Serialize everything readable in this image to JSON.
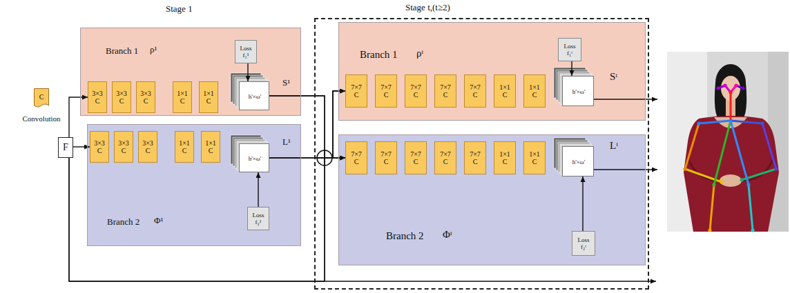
{
  "diagram": {
    "nodes": [
      {
        "text": [
          "C",
          "Convolution"
        ]
      },
      {
        "text": [
          "F"
        ]
      },
      {
        "text": [
          "Branch 1",
          "ρ¹"
        ]
      },
      {
        "text": [
          "3×3",
          "C"
        ],
        "in": 2
      },
      {
        "text": [
          "3×3",
          "C"
        ],
        "in": 2
      },
      {
        "text": [
          "3×3",
          "C"
        ],
        "in": 2
      },
      {
        "text": [
          "1×1",
          "C"
        ],
        "in": 2
      },
      {
        "text": [
          "1×1",
          "C"
        ],
        "in": 2
      },
      {
        "text": [
          "Loss",
          "f₁¹"
        ],
        "in": 2
      },
      {
        "text": [
          "h'×ω'",
          "S¹"
        ],
        "in": 2
      },
      {
        "text": [
          "Branch 2",
          "Φ¹"
        ]
      },
      {
        "text": [
          "3×3",
          "C"
        ],
        "in": 10
      },
      {
        "text": [
          "3×3",
          "C"
        ],
        "in": 10
      },
      {
        "text": [
          "3×3",
          "C"
        ],
        "in": 10
      },
      {
        "text": [
          "1×1",
          "C"
        ],
        "in": 10
      },
      {
        "text": [
          "1×1",
          "C"
        ],
        "in": 10
      },
      {
        "text": [
          "h'×ω'",
          "L¹"
        ],
        "in": 10
      },
      {
        "text": [
          "Loss",
          "f₂¹"
        ],
        "in": 10
      },
      {
        "text": [
          "Stage t,(t≥2)"
        ]
      },
      {
        "text": [
          "Branch 1",
          "ρᵗ"
        ],
        "in": 18
      },
      {
        "text": [
          "7×7",
          "C"
        ],
        "in": 19
      },
      {
        "text": [
          "7×7",
          "C"
        ],
        "in": 19
      },
      {
        "text": [
          "7×7",
          "C"
        ],
        "in": 19
      },
      {
        "text": [
          "7×7",
          "C"
        ],
        "in": 19
      },
      {
        "text": [
          "7×7",
          "C"
        ],
        "in": 19
      },
      {
        "text": [
          "1×1",
          "C"
        ],
        "in": 19
      },
      {
        "text": [
          "1×1",
          "C"
        ],
        "in": 19
      },
      {
        "text": [
          "Loss",
          "f₁ᵗ"
        ],
        "in": 19
      },
      {
        "text": [
          "h'×ω'",
          "Sᵗ"
        ],
        "in": 19
      },
      {
        "text": [
          "Branch 2",
          "Φᵗ"
        ],
        "in": 18
      },
      {
        "text": [
          "7×7",
          "C"
        ],
        "in": 29
      },
      {
        "text": [
          "7×7",
          "C"
        ],
        "in": 29
      },
      {
        "text": [
          "7×7",
          "C"
        ],
        "in": 29
      },
      {
        "text": [
          "7×7",
          "C"
        ],
        "in": 29
      },
      {
        "text": [
          "7×7",
          "C"
        ],
        "in": 29
      },
      {
        "text": [
          "1×1",
          "C"
        ],
        "in": 29
      },
      {
        "text": [
          "1×1",
          "C"
        ],
        "in": 29
      },
      {
        "text": [
          "h'×ω'",
          "Lᵗ"
        ],
        "in": 29
      },
      {
        "text": [
          "Loss",
          "f₂ᵗ"
        ],
        "in": 29
      }
    ],
    "edges": [
      {
        "from": 1,
        "to": 3,
        "arrow": "to"
      },
      {
        "from": 1,
        "to": 11,
        "arrow": "to"
      },
      {
        "from": 8,
        "to": 9,
        "arrow": "to"
      },
      {
        "from": 17,
        "to": 16,
        "arrow": "to"
      },
      {
        "from": 9,
        "to": 20,
        "arrow": "to"
      },
      {
        "from": 9,
        "to": 30,
        "arrow": "to"
      },
      {
        "from": 16,
        "to": 20,
        "arrow": "to"
      },
      {
        "from": 16,
        "to": 30,
        "arrow": "to"
      },
      {
        "from": 1,
        "to": 20,
        "arrow": "to"
      },
      {
        "from": 1,
        "to": 30,
        "arrow": "to"
      },
      {
        "from": 27,
        "to": 28,
        "arrow": "to"
      },
      {
        "from": 38,
        "to": 37,
        "arrow": "to"
      }
    ],
    "labels": [
      "Stage 1"
    ]
  }
}
